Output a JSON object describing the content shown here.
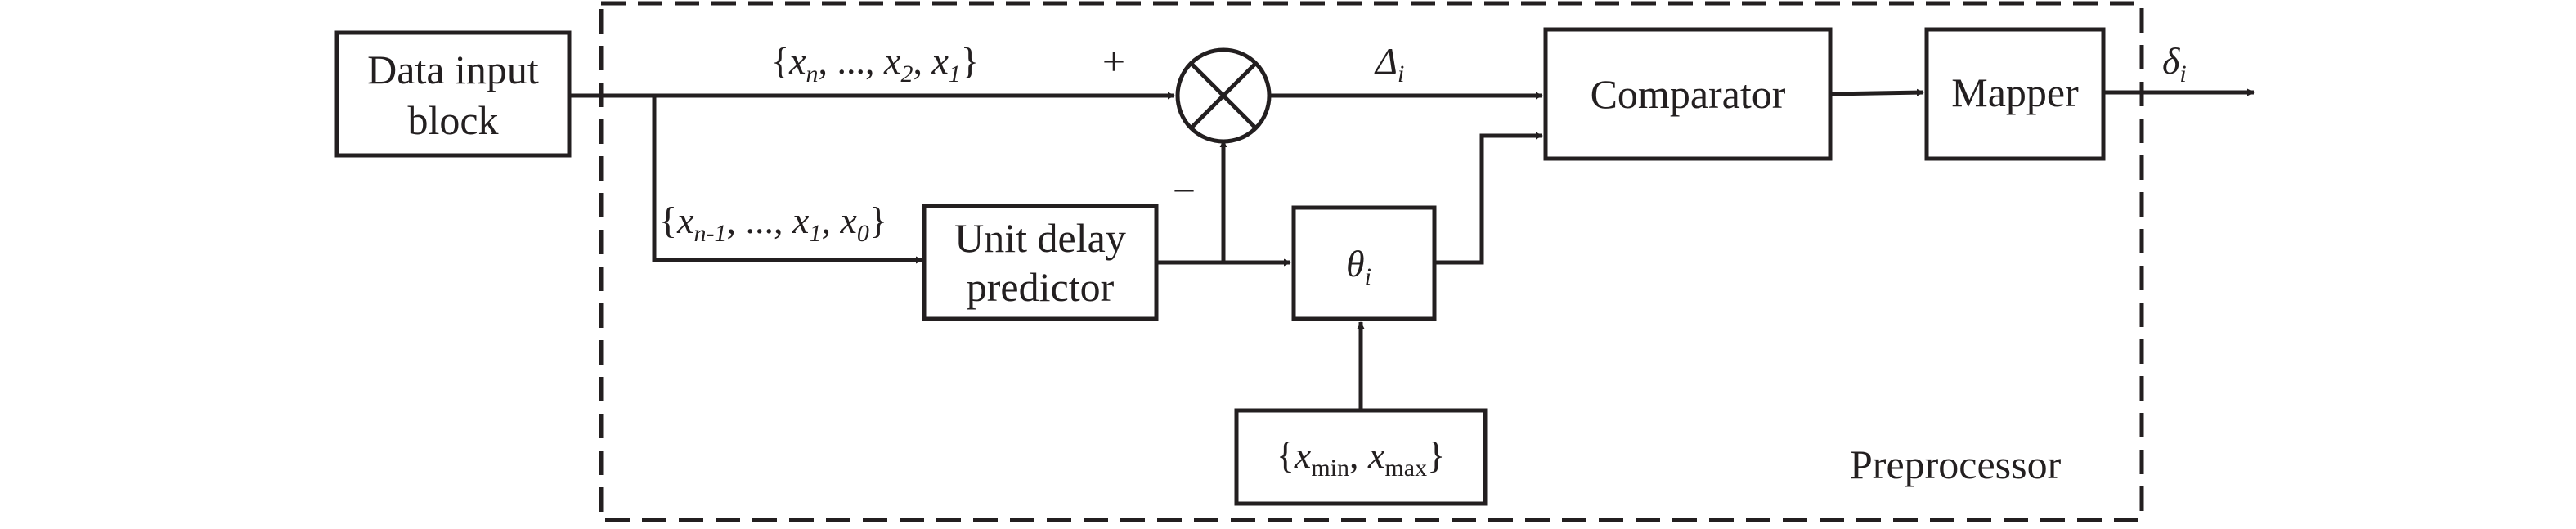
{
  "diagram": {
    "preprocessor_label": "Preprocessor",
    "blocks": {
      "data_input": {
        "line1": "Data input",
        "line2": "block"
      },
      "unit_delay": {
        "line1": "Unit delay",
        "line2": "predictor"
      },
      "theta": {
        "sym": "θ",
        "sub": "i"
      },
      "limits": {
        "open": "{",
        "x1": "x",
        "sub1": "min",
        "comma": ", ",
        "x2": "x",
        "sub2": "max",
        "close": "}"
      },
      "comparator": "Comparator",
      "mapper": "Mapper"
    },
    "signals": {
      "current_sequence": {
        "open": "{",
        "x1": "x",
        "sub1": "n",
        "mid": ", ..., ",
        "x2": "x",
        "sub2": "2",
        "comma": ", ",
        "x3": "x",
        "sub3": "1",
        "close": "}"
      },
      "previous_sequence": {
        "open": "{",
        "x1": "x",
        "sub1": "n-1",
        "mid": ", ..., ",
        "x2": "x",
        "sub2": "1",
        "comma": ", ",
        "x3": "x",
        "sub3": "0",
        "close": "}"
      },
      "plus": "+",
      "minus": "−",
      "delta": {
        "sym": "Δ",
        "sub": "i"
      },
      "output": {
        "sym": "δ",
        "sub": "i"
      }
    }
  }
}
